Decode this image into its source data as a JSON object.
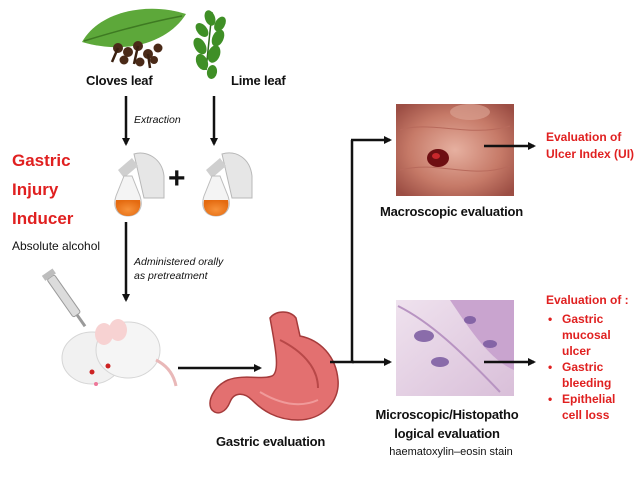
{
  "leaves": {
    "cloves_label": "Cloves leaf",
    "lime_label": "Lime leaf",
    "extraction_label": "Extraction",
    "plus_sign": "+"
  },
  "inducer": {
    "line1": "Gastric",
    "line2": "Injury",
    "line3": "Inducer",
    "agent": "Absolute alcohol"
  },
  "administration": {
    "line1": "Administered orally",
    "line2": "as pretreatment"
  },
  "stomach": {
    "label": "Gastric evaluation"
  },
  "macroscopic": {
    "label": "Macroscopic evaluation",
    "result": {
      "line1": "Evaluation of",
      "line2": "Ulcer Index (UI)"
    }
  },
  "microscopic": {
    "label_line1": "Microscopic/Histopatho",
    "label_line2": "logical evaluation",
    "stain": "haematoxylin–eosin stain",
    "result_title": "Evaluation of :",
    "items": [
      {
        "bullet": "•",
        "lines": [
          "Gastric",
          "mucosal",
          "ulcer"
        ]
      },
      {
        "bullet": "•",
        "lines": [
          "Gastric",
          "bleeding"
        ]
      },
      {
        "bullet": "•",
        "lines": [
          "Epithelial",
          "cell loss"
        ]
      }
    ]
  },
  "colors": {
    "accent_red": "#e02020",
    "extract_orange": "#f07818",
    "leaf_green": "#4f9a2e",
    "stomach_pink": "#e06a6a",
    "arrow_black": "#111111"
  }
}
